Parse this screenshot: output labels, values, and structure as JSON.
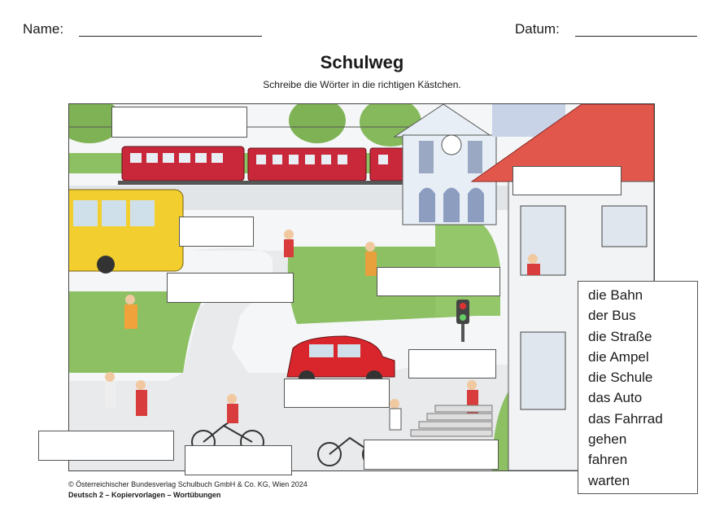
{
  "header": {
    "name_label": "Name:",
    "date_label": "Datum:"
  },
  "title": "Schulweg",
  "instruction": "Schreibe die Wörter in die richtigen Kästchen.",
  "word_list": [
    "die Bahn",
    "der Bus",
    "die  Straße",
    "die  Ampel",
    "die Schule",
    "das Auto",
    "das Fahrrad",
    "gehen",
    "fahren",
    "warten"
  ],
  "footer": {
    "copyright": "© Österreichischer Bundesverlag Schulbuch GmbH & Co. KG, Wien 2024",
    "series": "Deutsch 2 – Kopiervorlagen – Wortübungen"
  },
  "colors": {
    "train": "#c8283a",
    "bus": "#f2cf2e",
    "car": "#d8262c",
    "roof": "#e2574c",
    "grass": "#8cc063",
    "road": "#e6e8ea"
  }
}
